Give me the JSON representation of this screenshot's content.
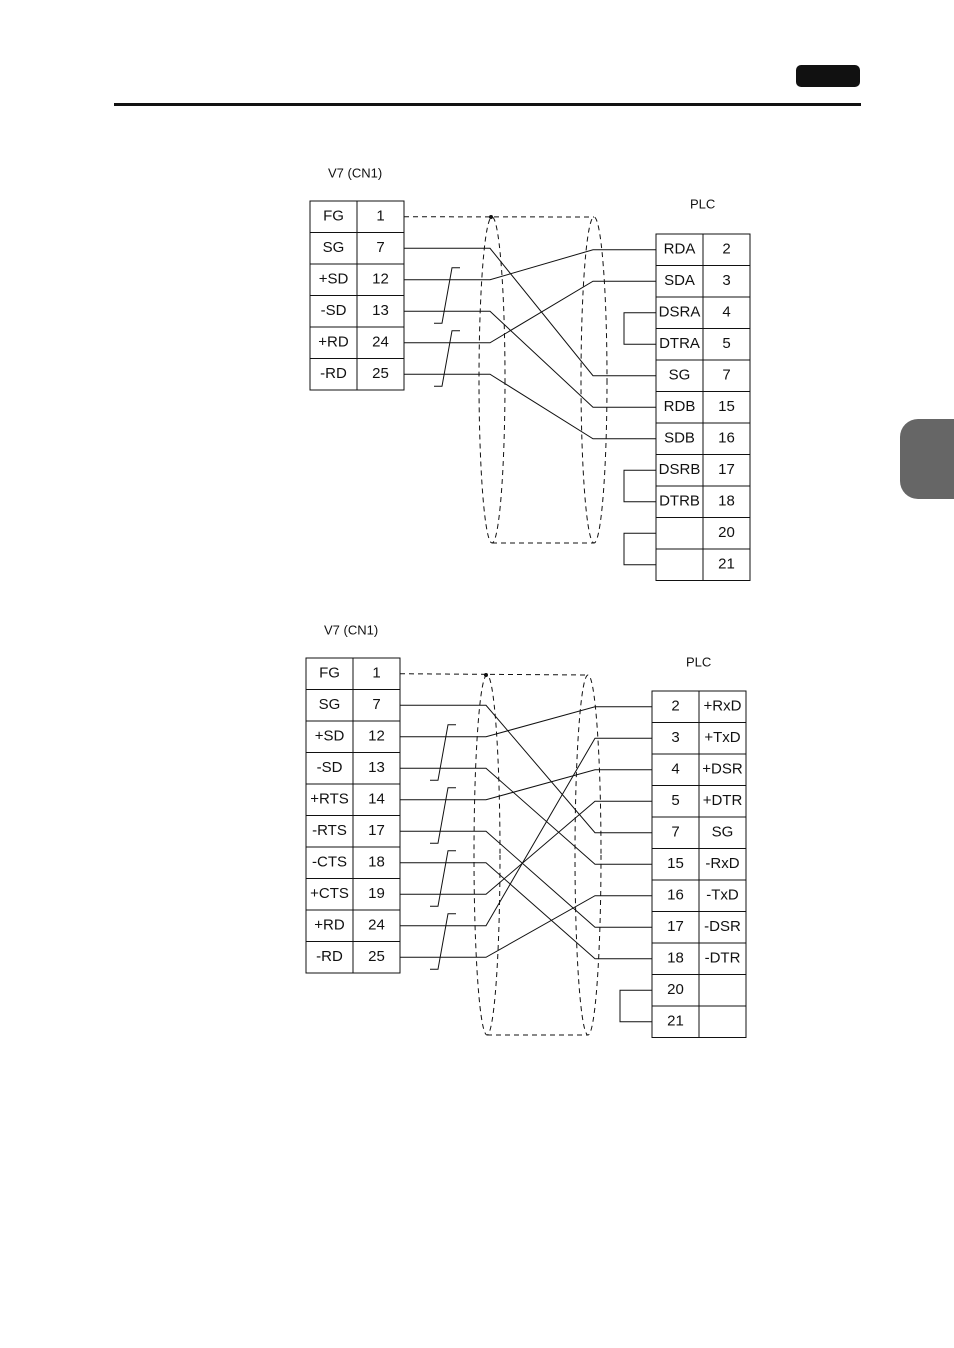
{
  "colors": {
    "ink": "#111111",
    "tab": "#666666",
    "background": "#ffffff"
  },
  "diagrams": [
    {
      "left_label": "V7  (CN1)",
      "right_label": "PLC",
      "left_rows": [
        [
          "FG",
          "1"
        ],
        [
          "SG",
          "7"
        ],
        [
          "+SD",
          "12"
        ],
        [
          "-SD",
          "13"
        ],
        [
          "+RD",
          "24"
        ],
        [
          "-RD",
          "25"
        ]
      ],
      "right_rows": [
        [
          "RDA",
          "2"
        ],
        [
          "SDA",
          "3"
        ],
        [
          "DSRA",
          "4"
        ],
        [
          "DTRA",
          "5"
        ],
        [
          "SG",
          "7"
        ],
        [
          "RDB",
          "15"
        ],
        [
          "SDB",
          "16"
        ],
        [
          "DSRB",
          "17"
        ],
        [
          "DTRB",
          "18"
        ],
        [
          "",
          "20"
        ],
        [
          "",
          "21"
        ]
      ],
      "connections": [
        [
          1,
          4
        ],
        [
          2,
          0
        ],
        [
          3,
          5
        ],
        [
          4,
          1
        ],
        [
          5,
          6
        ]
      ],
      "twisted_pairs": [
        [
          2,
          3
        ],
        [
          4,
          5
        ]
      ],
      "right_jumpers": [
        [
          2,
          3
        ],
        [
          7,
          8
        ],
        [
          9,
          10
        ]
      ],
      "shield_from_row": 0
    },
    {
      "left_label": "V7  (CN1)",
      "right_label": "PLC",
      "left_rows": [
        [
          "FG",
          "1"
        ],
        [
          "SG",
          "7"
        ],
        [
          "+SD",
          "12"
        ],
        [
          "-SD",
          "13"
        ],
        [
          "+RTS",
          "14"
        ],
        [
          "-RTS",
          "17"
        ],
        [
          "-CTS",
          "18"
        ],
        [
          "+CTS",
          "19"
        ],
        [
          "+RD",
          "24"
        ],
        [
          "-RD",
          "25"
        ]
      ],
      "right_rows": [
        [
          "2",
          "+RxD"
        ],
        [
          "3",
          "+TxD"
        ],
        [
          "4",
          "+DSR"
        ],
        [
          "5",
          "+DTR"
        ],
        [
          "7",
          "SG"
        ],
        [
          "15",
          "-RxD"
        ],
        [
          "16",
          "-TxD"
        ],
        [
          "17",
          "-DSR"
        ],
        [
          "18",
          "-DTR"
        ],
        [
          "20",
          ""
        ],
        [
          "21",
          ""
        ]
      ],
      "connections": [
        [
          1,
          4
        ],
        [
          2,
          0
        ],
        [
          3,
          5
        ],
        [
          4,
          2
        ],
        [
          5,
          7
        ],
        [
          6,
          8
        ],
        [
          7,
          3
        ],
        [
          8,
          1
        ],
        [
          9,
          6
        ]
      ],
      "twisted_pairs": [
        [
          2,
          3
        ],
        [
          4,
          5
        ],
        [
          6,
          7
        ],
        [
          8,
          9
        ]
      ],
      "right_jumpers": [
        [
          9,
          10
        ]
      ],
      "shield_from_row": 0
    }
  ]
}
